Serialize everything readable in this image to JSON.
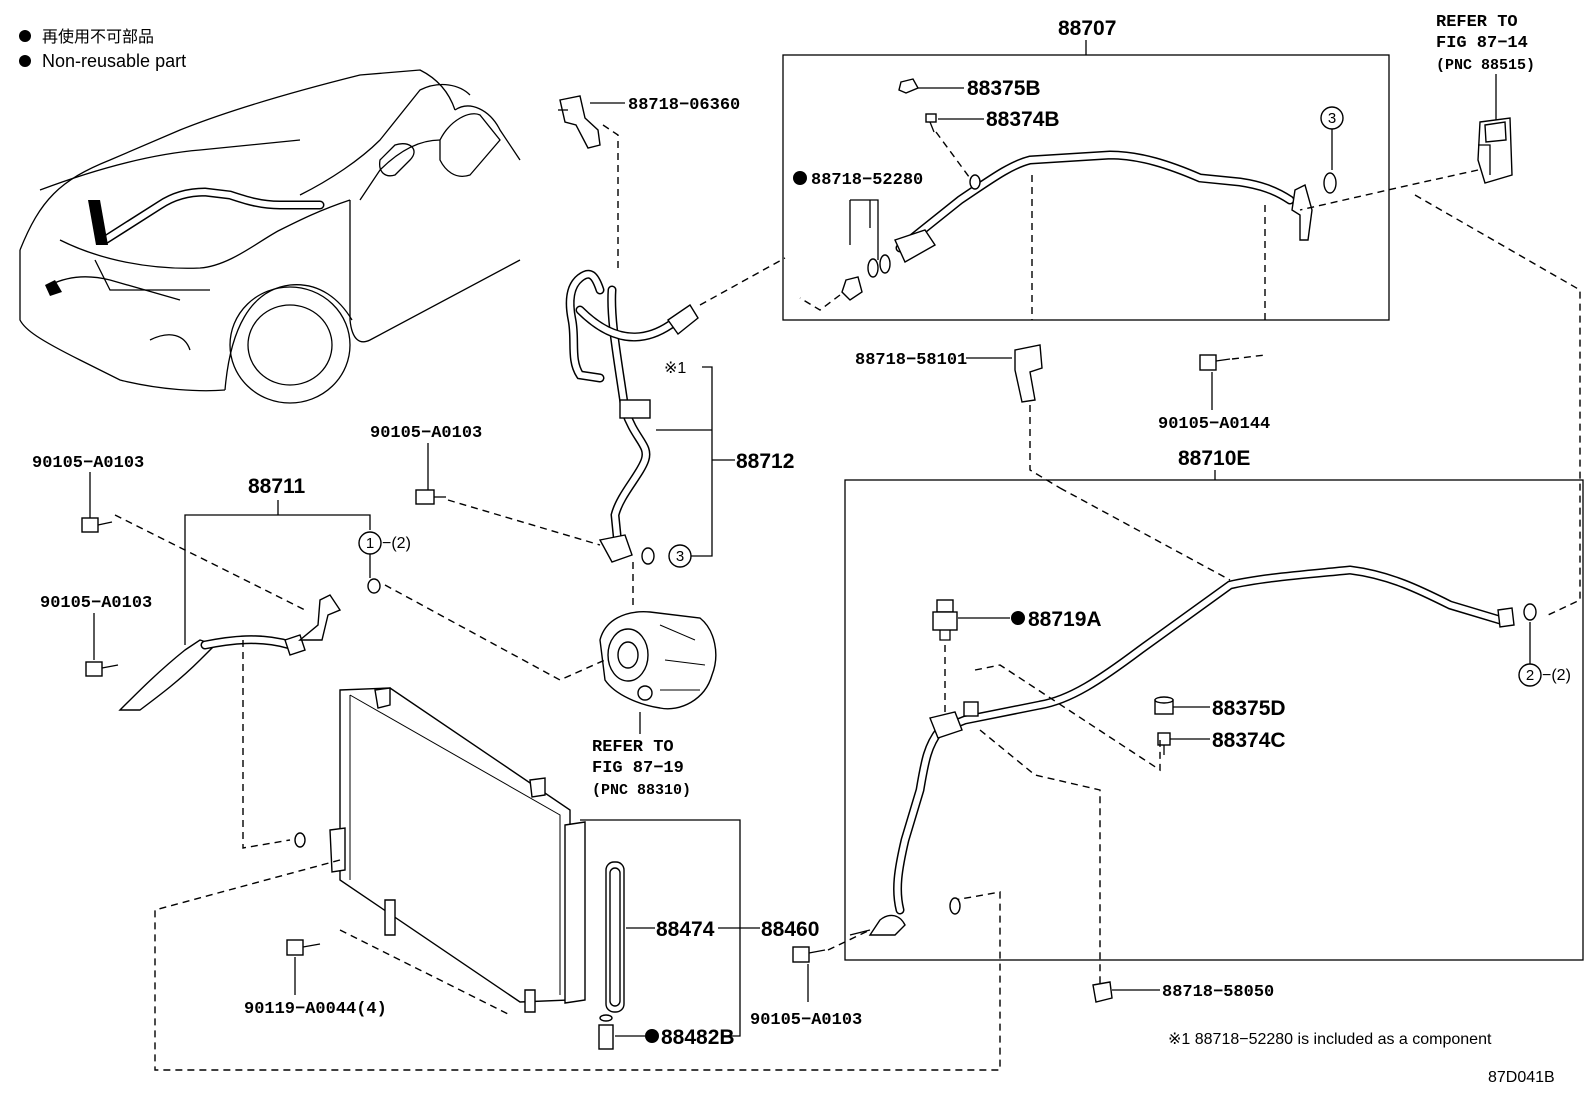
{
  "legend": {
    "jp": "再使用不可部品",
    "en": "Non-reusable part"
  },
  "labels": {
    "p88707": "88707",
    "p88375B": "88375B",
    "p88374B": "88374B",
    "p88718_52280": "88718−52280",
    "p88718_06360": "88718−06360",
    "p88718_58101": "88718−58101",
    "p90105_A0144": "90105−A0144",
    "p88710E": "88710E",
    "p88712": "88712",
    "note1_mark": "※1",
    "p88711": "88711",
    "p90105_A0103_a": "90105−A0103",
    "p90105_A0103_b": "90105−A0103",
    "p90105_A0103_c": "90105−A0103",
    "p90105_A0103_d": "90105−A0103",
    "p88719A": "88719A",
    "p88375D": "88375D",
    "p88374C": "88374C",
    "p88474": "88474",
    "p88460": "88460",
    "p88482B": "88482B",
    "p90119_A0044": "90119−A0044(4)",
    "p88718_58050": "88718−58050",
    "qty2_a": "−(2)",
    "qty2_b": "−(2)"
  },
  "refs": {
    "ref1_line1": "REFER TO",
    "ref1_line2": "FIG 87−14",
    "ref1_line3": "(PNC 88515)",
    "ref2_line1": "REFER TO",
    "ref2_line2": "FIG 87−19",
    "ref2_line3": "(PNC 88310)"
  },
  "circles": {
    "c1": "1",
    "c2": "2",
    "c3a": "3",
    "c3b": "3"
  },
  "footnote": "※1 88718−52280 is included as a component",
  "figure_code": "87D041B"
}
